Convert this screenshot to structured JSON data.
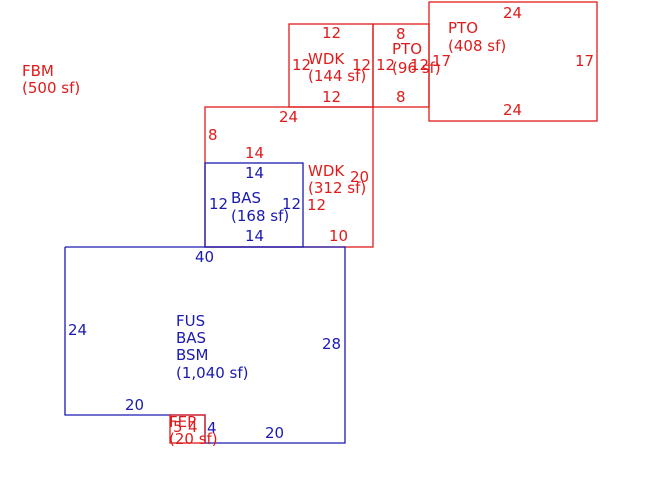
{
  "colors": {
    "red": "#e01b1b",
    "blue": "#1a1ab0"
  },
  "fbm": {
    "line1": "FBM",
    "line2": "(500 sf)"
  },
  "wdk_top": {
    "line1": "WDK",
    "line2": "(144 sf)",
    "dims": {
      "top": "12",
      "left": "12",
      "right": "12",
      "bottom": "12"
    }
  },
  "pto_mid": {
    "line1": "PTO",
    "line2": "(96 sf)",
    "dims": {
      "top": "8",
      "left": "12",
      "right": "12",
      "bottom": "8"
    }
  },
  "pto_big": {
    "line1": "PTO",
    "line2": "(408 sf)",
    "dims": {
      "top": "24",
      "left": "17",
      "right": "17",
      "bottom": "24"
    }
  },
  "wdk_big": {
    "line1": "WDK",
    "line2": "(312 sf)",
    "dims": {
      "top": "24",
      "left": "8",
      "inner_top": "14",
      "right": "20",
      "inner_right": "12",
      "bottom": "10"
    }
  },
  "bas": {
    "line1": "BAS",
    "line2": "(168 sf)",
    "dims": {
      "top": "14",
      "left": "12",
      "right": "12",
      "bottom": "14"
    }
  },
  "fus": {
    "line1": "FUS",
    "line2": "BAS",
    "line3": "BSM",
    "line4": "(1,040 sf)",
    "dims": {
      "top": "40",
      "left": "24",
      "right": "28",
      "bottom_left": "20",
      "bottom_right": "20",
      "notch": "4"
    }
  },
  "fep": {
    "line1": "FEP",
    "line2": "(20 sf)",
    "dims": {
      "a": "5",
      "b": "4"
    }
  }
}
